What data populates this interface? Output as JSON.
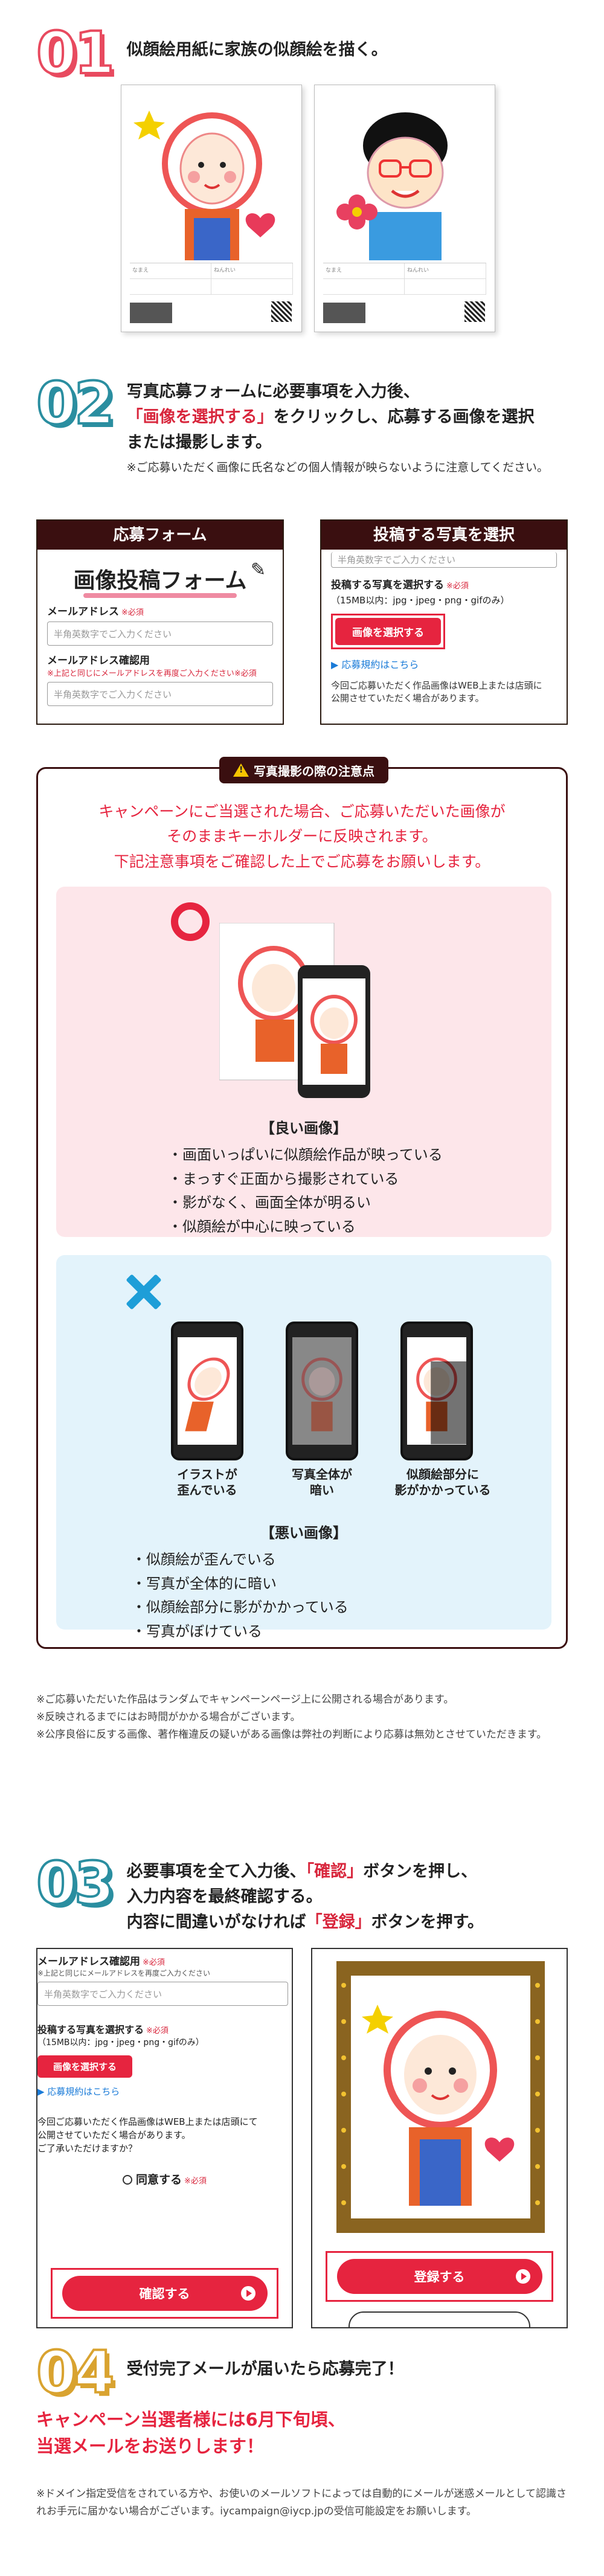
{
  "colors": {
    "red": "#e6243f",
    "dark": "#3a0f10",
    "teal": "#2a8ea0",
    "gold": "#d9a330",
    "pink": "#fde6ea",
    "blue": "#e3f3fb"
  },
  "step1": {
    "num": "01",
    "text": "似顔絵用紙に家族の似顔絵を描く。"
  },
  "step2": {
    "num": "02",
    "line1": "写真応募フォームに必要事項を入力後、",
    "line2_highlight": "「画像を選択する」",
    "line2_rest": "をクリックし、応募する画像を選択",
    "line3": "または撮影します。",
    "note": "※ご応募いただく画像に氏名などの個人情報が映らないように注意してください。",
    "panel_left": {
      "title": "応募フォーム",
      "banner": "画像投稿フォーム",
      "email_label": "メールアドレス",
      "required": "※必須",
      "email_placeholder": "半角英数字でご入力ください",
      "confirm_label": "メールアドレス確認用",
      "confirm_note": "※上記と同じにメールアドレスを再度ご入力ください",
      "confirm_placeholder": "半角英数字でご入力ください"
    },
    "panel_right": {
      "title": "投稿する写真を選択",
      "top_placeholder": "半角英数字でご入力ください",
      "photo_label": "投稿する写真を選択する",
      "required": "※必須",
      "size_note": "（15MB以内：jpg・jpeg・png・gifのみ）",
      "select_button": "画像を選択する",
      "terms_link": "▶ 応募規約はこちら",
      "bottom_text": "今回ご応募いただく作品画像はWEB上または店頭に",
      "bottom_text2": "公開させていただく場合があります。"
    }
  },
  "caution": {
    "tab": "写真撮影の際の注意点",
    "lead1": "キャンペーンにご当選された場合、ご応募いただいた画像が",
    "lead2": "そのままキーホルダーに反映されます。",
    "lead3": "下記注意事項をご確認した上でご応募をお願いします。",
    "good_title": "【良い画像】",
    "good_items": [
      "・画面いっぱいに似顔絵作品が映っている",
      "・まっすぐ正面から撮影されている",
      "・影がなく、画面全体が明るい",
      "・似顔絵が中心に映っている"
    ],
    "bad_captions": [
      [
        "イラストが",
        "歪んでいる"
      ],
      [
        "写真全体が",
        "暗い"
      ],
      [
        "似顔絵部分に",
        "影がかかっている"
      ]
    ],
    "bad_title": "【悪い画像】",
    "bad_items": [
      "・似顔絵が歪んでいる",
      "・写真が全体的に暗い",
      "・似顔絵部分に影がかかっている",
      "・写真がぼけている"
    ]
  },
  "notes": [
    "※ご応募いただいた作品はランダムでキャンペーンページ上に公開される場合があります。",
    "※反映されるまでにはお時間がかかる場合がございます。",
    "※公序良俗に反する画像、著作権違反の疑いがある画像は弊社の判断により応募は無効とさせていただきます。"
  ],
  "step3": {
    "num": "03",
    "line1_a": "必要事項を全て入力後、",
    "line1_hl": "「確認」",
    "line1_b": "ボタンを押し、",
    "line2": "入力内容を最終確認する。",
    "line3_a": "内容に間違いがなければ",
    "line3_hl": "「登録」",
    "line3_b": "ボタンを押す。",
    "left": {
      "confirm_label": "メールアドレス確認用",
      "required": "※必須",
      "confirm_note": "※上記と同じにメールアドレスを再度ご入力ください",
      "placeholder": "半角英数字でご入力ください",
      "photo_label": "投稿する写真を選択する",
      "size_note": "（15MB以内：jpg・jpeg・png・gifのみ）",
      "select_button": "画像を選択する",
      "terms_link": "▶ 応募規約はこちら",
      "text1": "今回ご応募いただく作品画像はWEB上または店頭にて",
      "text2": "公開させていただく場合があります。",
      "text3": "ご了承いただけますか？",
      "agree": "同意する",
      "confirm_button": "確認する"
    },
    "right": {
      "register_button": "登録する"
    }
  },
  "step4": {
    "num": "04",
    "text": "受付完了メールが届いたら応募完了！",
    "red1": "キャンペーン当選者様には6月下旬頃、",
    "red2": "当選メールをお送りします！",
    "note1": "※ドメイン指定受信をされている方や、お使いのメールソフトによっては自動的にメールが迷惑メールとして認識されお手元に届かない場合がございます。iycampaign@iycp.jpの受信可能設定をお願いします。"
  }
}
